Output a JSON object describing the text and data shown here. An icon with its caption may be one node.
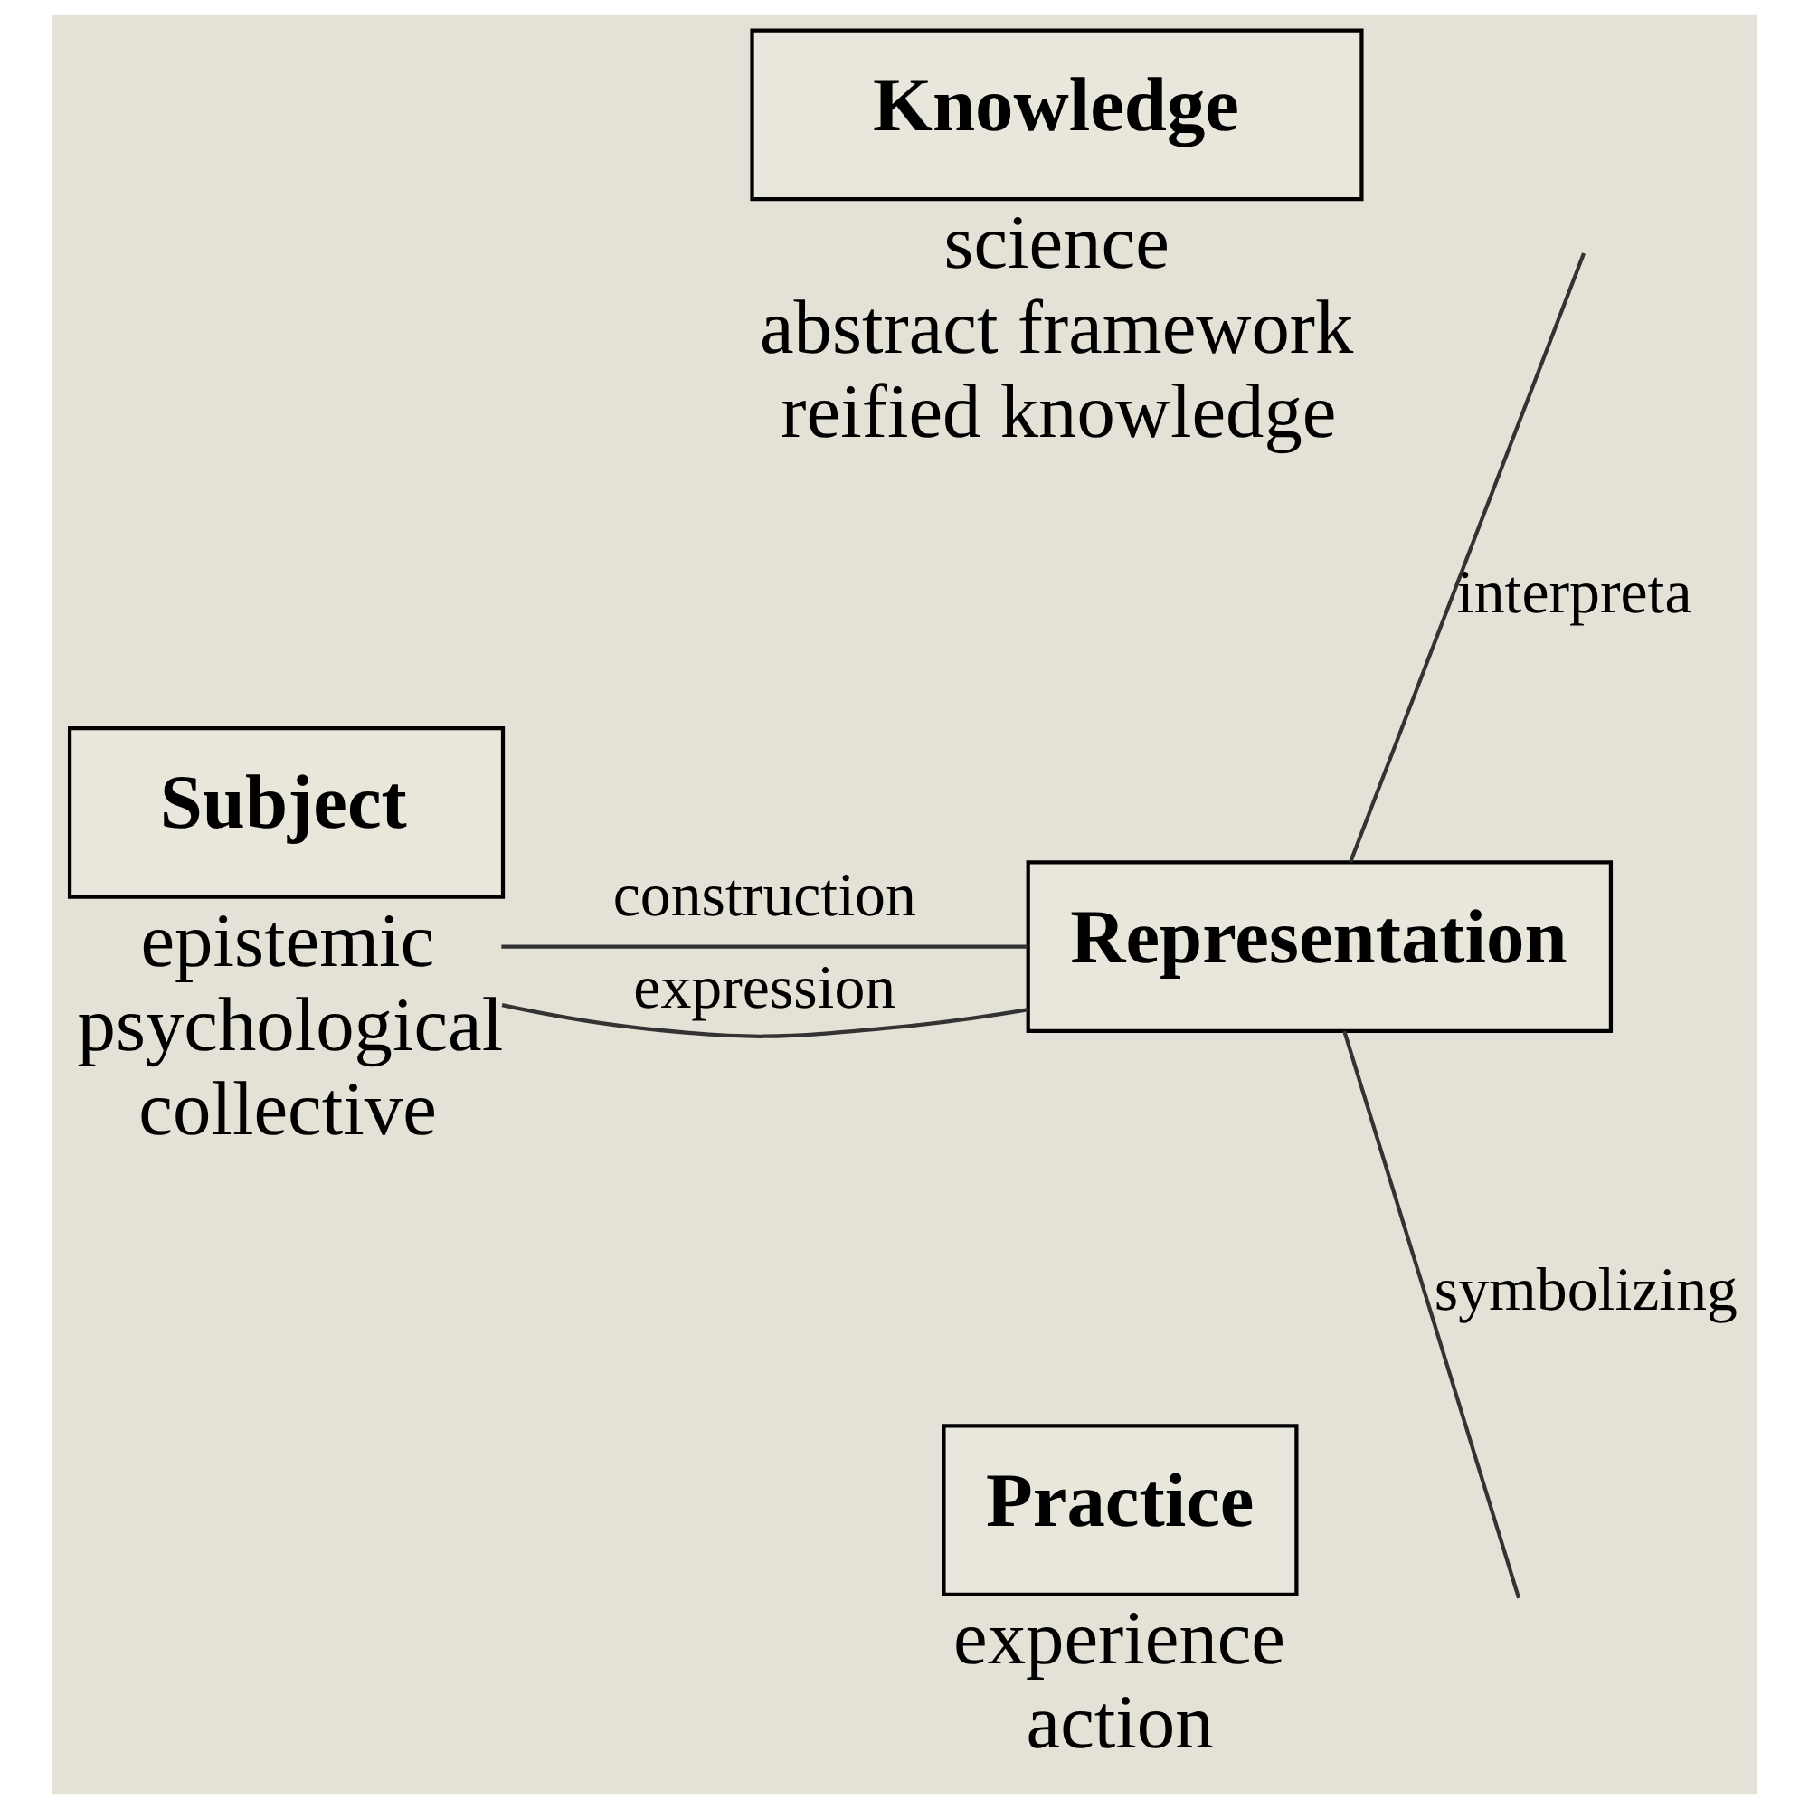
{
  "diagram": {
    "nodes": [
      {
        "text": [
          "Knowledge"
        ],
        "beside": [
          "science",
          "abstract framework",
          "reified knowledge"
        ]
      },
      {
        "text": [
          "Subject"
        ],
        "beside": [
          "epistemic",
          "psychological",
          "collective"
        ]
      },
      {
        "text": [
          "Representation"
        ]
      },
      {
        "text": [
          "Practice"
        ],
        "beside": [
          "experience",
          "action"
        ]
      }
    ],
    "edges": [
      {
        "from": 1,
        "to": 2,
        "arrow": "none",
        "label": "construction"
      },
      {
        "from": 1,
        "to": 2,
        "arrow": "none",
        "label": "expression"
      },
      {
        "from": 2,
        "to": null,
        "arrow": "none",
        "label": "interpreta"
      },
      {
        "from": 2,
        "to": null,
        "arrow": "none",
        "label": "symbolizing"
      }
    ]
  }
}
